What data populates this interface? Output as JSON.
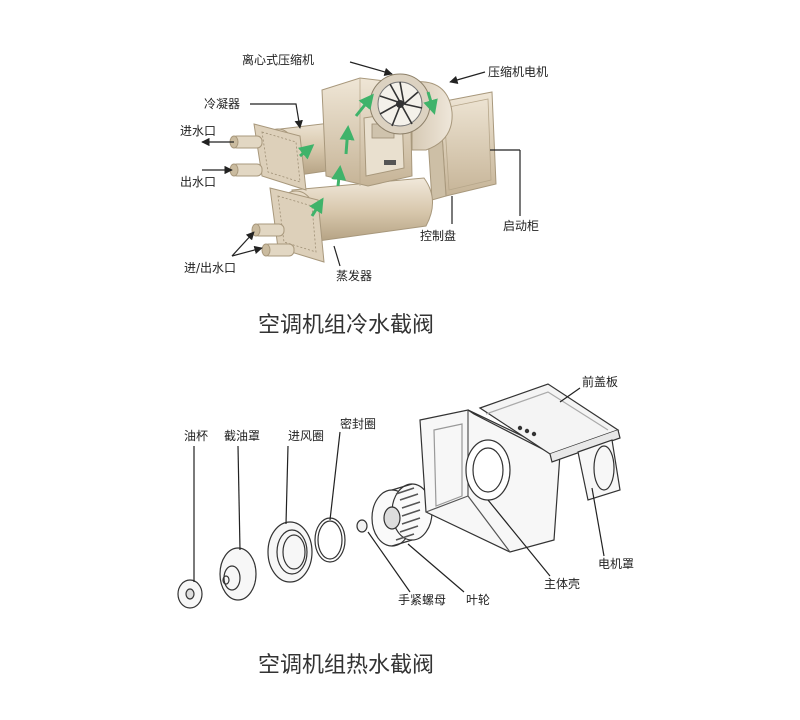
{
  "chiller": {
    "labels": {
      "centrifugal_compressor": "离心式压缩机",
      "compressor_motor": "压缩机电机",
      "condenser": "冷凝器",
      "water_inlet": "进水口",
      "water_outlet": "出水口",
      "control_panel": "控制盘",
      "starter_cabinet": "启动柜",
      "inlet_outlet": "进/出水口",
      "evaporator": "蒸发器"
    },
    "caption": "空调机组冷水截阀",
    "colors": {
      "body": "#d9cbb3",
      "body_dark": "#b9a78a",
      "body_light": "#ece2d0",
      "flow_arrow": "#3fb36a"
    }
  },
  "fan": {
    "labels": {
      "oil_cup": "油杯",
      "oil_cover": "截油罩",
      "inlet_ring": "进风圈",
      "seal_ring": "密封圈",
      "front_cover": "前盖板",
      "hand_nut": "手紧螺母",
      "impeller": "叶轮",
      "main_shell": "主体壳",
      "motor_cover": "电机罩"
    },
    "caption": "空调机组热水截阀"
  }
}
